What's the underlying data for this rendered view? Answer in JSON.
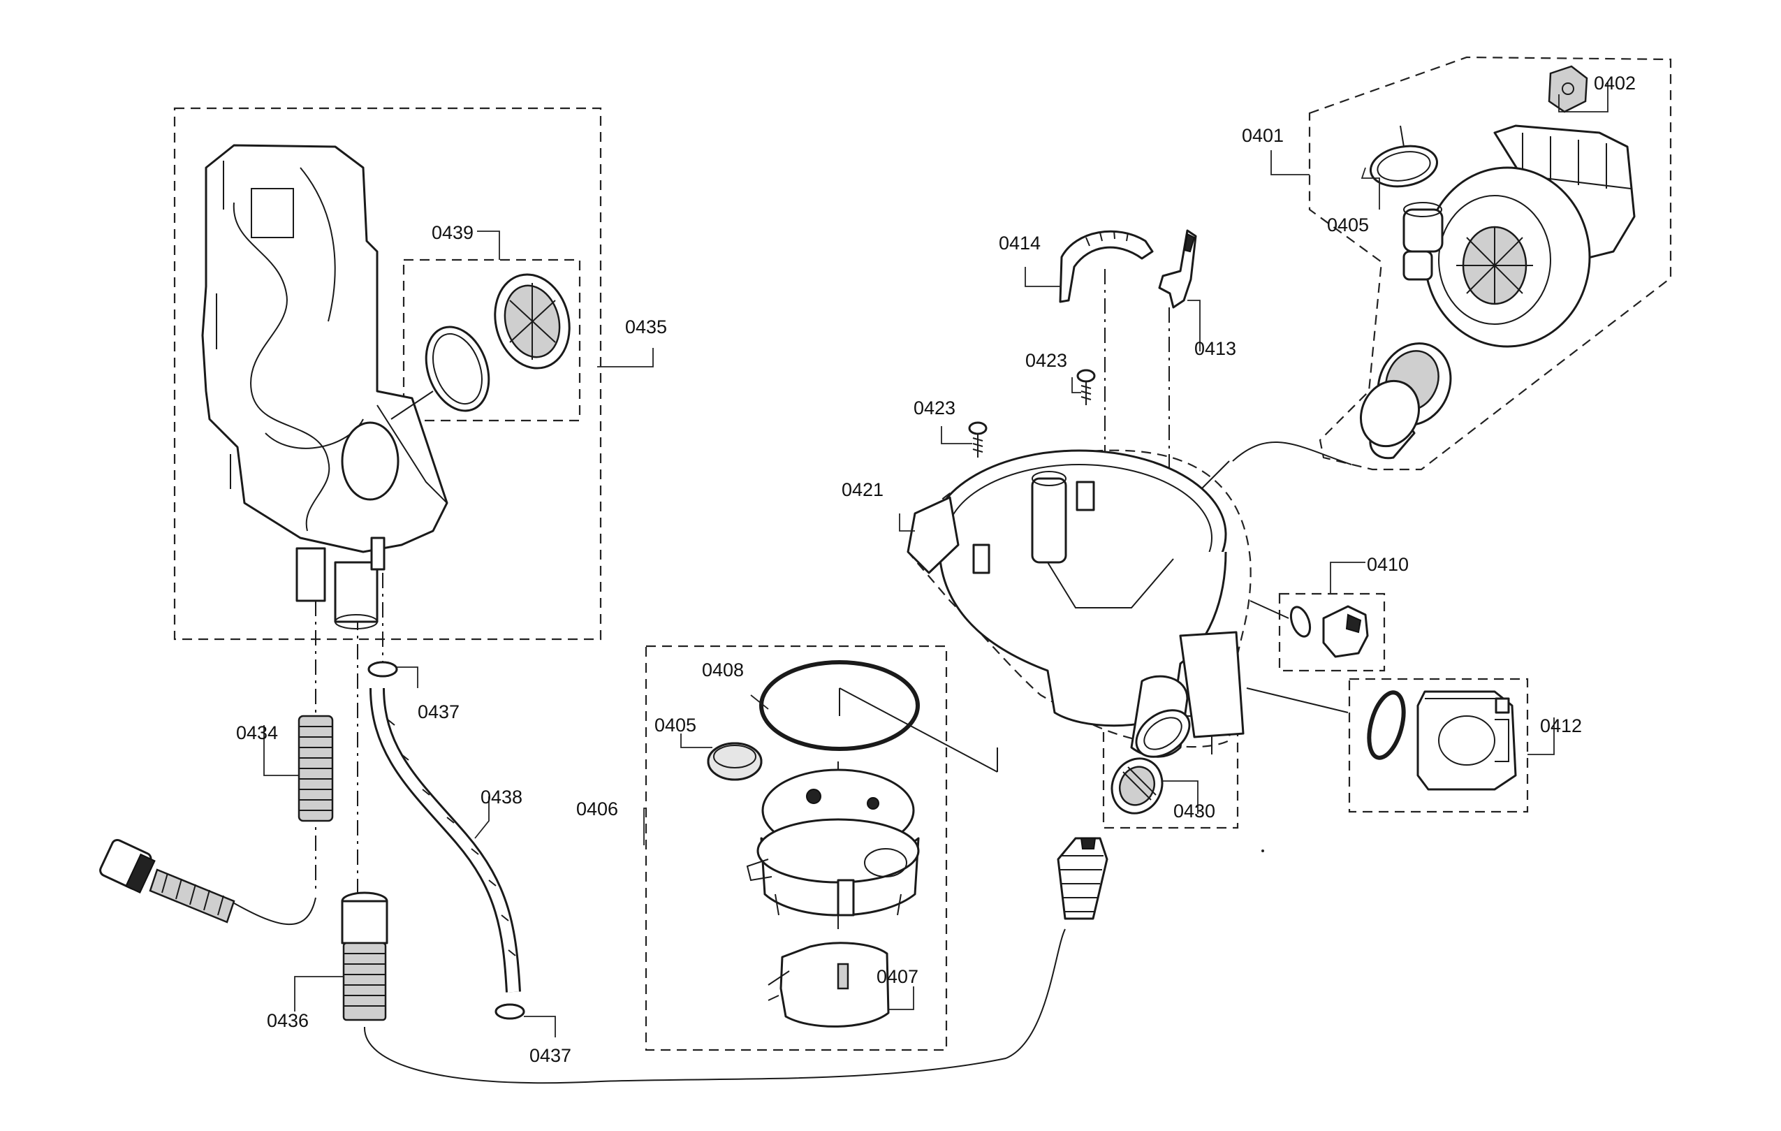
{
  "labels": {
    "p0401": "0401",
    "p0402": "0402",
    "p0405a": "0405",
    "p0405b": "0405",
    "p0406": "0406",
    "p0407": "0407",
    "p0408": "0408",
    "p0410": "0410",
    "p0412": "0412",
    "p0413": "0413",
    "p0414": "0414",
    "p0421": "0421",
    "p0423a": "0423",
    "p0423b": "0423",
    "p0430": "0430",
    "p0434": "0434",
    "p0435": "0435",
    "p0436": "0436",
    "p0437a": "0437",
    "p0437b": "0437",
    "p0438": "0438",
    "p0439": "0439"
  }
}
